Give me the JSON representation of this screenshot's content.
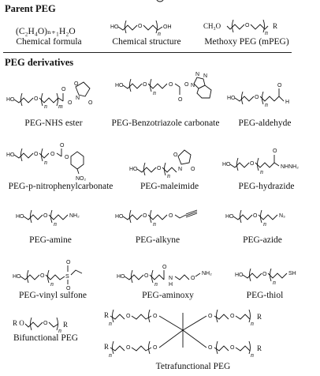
{
  "parent": {
    "heading": "Parent PEG",
    "items": [
      {
        "formula": "(C₂H₄O)ₙ₊₁H₂O",
        "label": "Chemical formula"
      },
      {
        "label": "Chemical structure"
      },
      {
        "formula": "CH₃O",
        "label": "Methoxy PEG (mPEG)"
      }
    ]
  },
  "derivatives": {
    "heading": "PEG derivatives",
    "items": [
      {
        "label": "PEG-NHS ester"
      },
      {
        "label": "PEG-Benzotriazole carbonate"
      },
      {
        "label": "PEG-aldehyde"
      },
      {
        "label": "PEG-p-nitrophenylcarbonate"
      },
      {
        "label": "PEG-maleimide"
      },
      {
        "label": "PEG-hydrazide"
      },
      {
        "label": "PEG-amine"
      },
      {
        "label": "PEG-alkyne"
      },
      {
        "label": "PEG-azide"
      },
      {
        "label": "PEG-vinyl sulfone"
      },
      {
        "label": "PEG-aminoxy"
      },
      {
        "label": "PEG-thiol"
      },
      {
        "label": "Bifunctional PEG"
      },
      {
        "label": "Tetrafunctional PEG"
      }
    ]
  },
  "atoms": {
    "ho": "HO",
    "o": "O",
    "n": "n",
    "m": "m",
    "r": "R",
    "h": "H",
    "n_atom": "N",
    "s": "S",
    "oh": "OH",
    "nh2": "NH₂",
    "nhnh2": "NHNH₂",
    "n3": "N₃",
    "sh": "SH",
    "no2": "NO₂",
    "nh": "H",
    "ro": "R O"
  }
}
